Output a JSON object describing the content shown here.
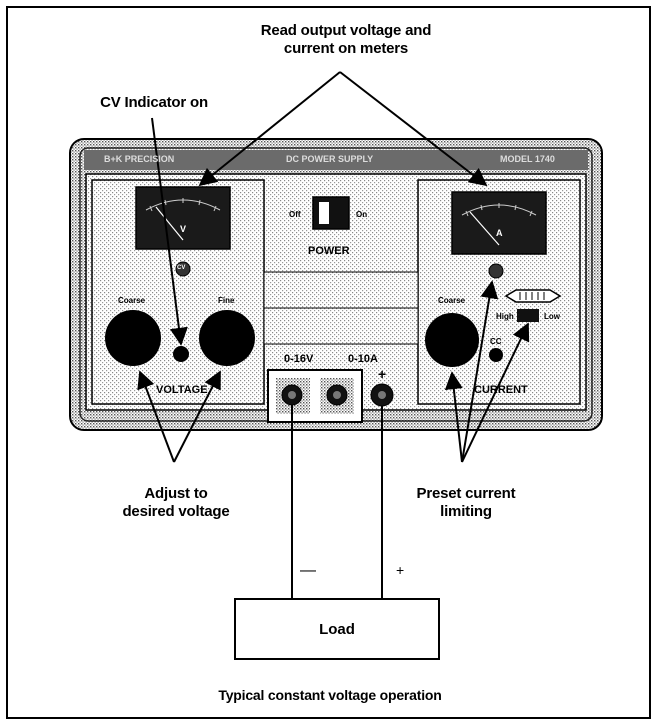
{
  "annotations": {
    "read_meters": "Read output voltage and\ncurrent on meters",
    "cv_indicator": "CV Indicator on",
    "adjust_voltage": "Adjust to\ndesired voltage",
    "preset_current": "Preset current\nlimiting",
    "caption": "Typical constant voltage operation"
  },
  "panel": {
    "brand": "B+K PRECISION",
    "title": "DC POWER SUPPLY",
    "model": "MODEL 1740",
    "power_label": "POWER",
    "off_label": "Off",
    "on_label": "On",
    "voltage_label": "VOLTAGE",
    "current_label": "CURRENT",
    "coarse_label": "Coarse",
    "fine_label": "Fine",
    "coarse_label_right": "Coarse",
    "high_label": "High",
    "low_label": "Low",
    "cc_label": "CC",
    "cv_label": "CV",
    "range_v": "0-16V",
    "range_a": "0-10A",
    "plus_terminal": "+",
    "meter_v_unit": "V",
    "meter_a_unit": "A"
  },
  "wiring": {
    "minus_sign": "—",
    "plus_sign": "+",
    "load_label": "Load"
  }
}
